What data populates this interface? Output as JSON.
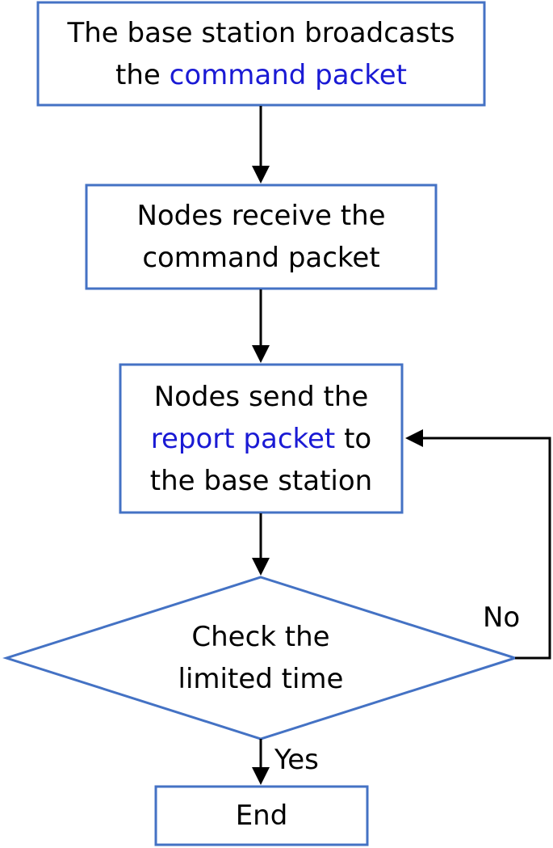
{
  "colors": {
    "box_border": "#4472c4",
    "highlight_text": "#1a1ad4",
    "arrow": "#000000",
    "text": "#000000"
  },
  "nodes": {
    "start": {
      "line1": "The base station broadcasts",
      "line2_prefix": "the ",
      "line2_highlight": "command packet"
    },
    "receive": {
      "line1": "Nodes receive the",
      "line2": "command packet"
    },
    "send": {
      "line1": "Nodes send the",
      "line2_highlight": "report packet",
      "line2_suffix": " to",
      "line3": "the base station"
    },
    "check": {
      "line1": "Check the",
      "line2": "limited time"
    },
    "end": {
      "label": "End"
    }
  },
  "edges": {
    "no_label": "No",
    "yes_label": "Yes"
  }
}
